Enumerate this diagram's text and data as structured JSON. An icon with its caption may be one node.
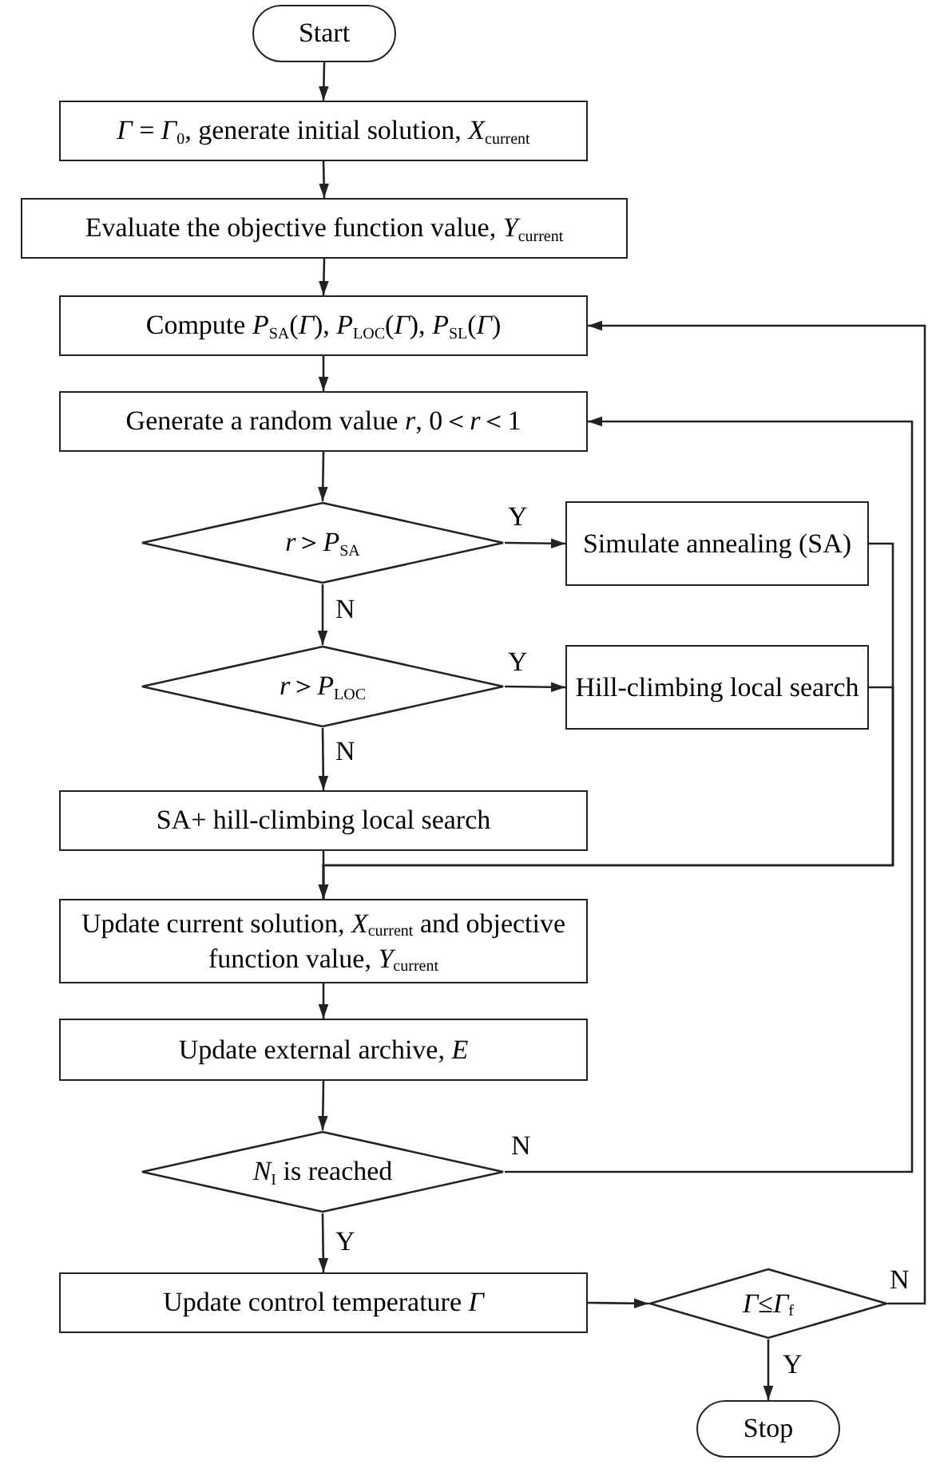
{
  "diagram": {
    "nodes": [
      {
        "text": [
          "Start"
        ]
      },
      {
        "text": [
          "*Γ* = *Γ*$_{0}$, generate initial solution, *X*$_{current}$"
        ]
      },
      {
        "text": [
          "Evaluate the objective function value, *Y*$_{current}$"
        ]
      },
      {
        "text": [
          "Compute *P*$_{SA}$(*Γ*), *P*$_{LOC}$(*Γ*), *P*$_{SL}$(*Γ*)"
        ]
      },
      {
        "text": [
          "Generate a random value *r*, 0＜*r*＜1"
        ]
      },
      {
        "text": [
          "*r*＞*P*$_{SA}$"
        ]
      },
      {
        "text": [
          "Simulate annealing (SA)"
        ]
      },
      {
        "text": [
          "*r*＞*P*$_{LOC}$"
        ]
      },
      {
        "text": [
          "Hill-climbing local search"
        ]
      },
      {
        "text": [
          "SA+ hill-climbing local search"
        ]
      },
      {
        "text": [
          "Update current solution, *X*$_{current}$ and objective function value, *Y*$_{current}$"
        ]
      },
      {
        "text": [
          "Update external archive, *E*"
        ]
      },
      {
        "text": [
          "*N*$_{I}$ is reached"
        ]
      },
      {
        "text": [
          "Update control temperature *Γ*"
        ]
      },
      {
        "text": [
          "*Γ*≤*Γ*$_{f}$"
        ]
      },
      {
        "text": [
          "Stop"
        ]
      }
    ],
    "edges": [
      {
        "from": 0,
        "to": 1,
        "arrow": "to"
      },
      {
        "from": 1,
        "to": 2,
        "arrow": "to"
      },
      {
        "from": 2,
        "to": 3,
        "arrow": "to"
      },
      {
        "from": 3,
        "to": 4,
        "arrow": "to"
      },
      {
        "from": 4,
        "to": 5,
        "arrow": "to"
      },
      {
        "from": 5,
        "to": 6,
        "arrow": "to",
        "label": "Y"
      },
      {
        "from": 5,
        "to": 7,
        "arrow": "to",
        "label": "N"
      },
      {
        "from": 7,
        "to": 8,
        "arrow": "to",
        "label": "Y"
      },
      {
        "from": 7,
        "to": 9,
        "arrow": "to",
        "label": "N"
      },
      {
        "from": 9,
        "to": 10,
        "arrow": "to"
      },
      {
        "from": 6,
        "to": 10,
        "arrow": "to"
      },
      {
        "from": 8,
        "to": 10,
        "arrow": "to"
      },
      {
        "from": 10,
        "to": 11,
        "arrow": "to"
      },
      {
        "from": 11,
        "to": 12,
        "arrow": "to"
      },
      {
        "from": 12,
        "to": 4,
        "arrow": "to",
        "label": "N"
      },
      {
        "from": 12,
        "to": 13,
        "arrow": "to",
        "label": "Y"
      },
      {
        "from": 13,
        "to": 14,
        "arrow": "to"
      },
      {
        "from": 14,
        "to": 3,
        "arrow": "to",
        "label": "N"
      },
      {
        "from": 14,
        "to": 15,
        "arrow": "to",
        "label": "Y"
      }
    ]
  }
}
